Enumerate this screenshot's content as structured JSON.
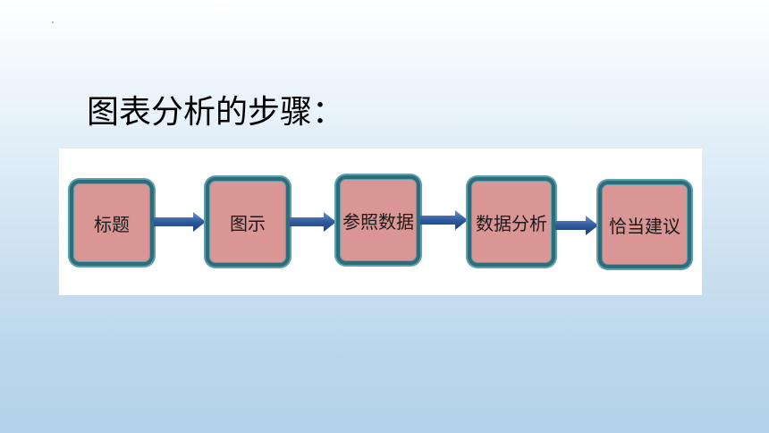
{
  "slide": {
    "title": "图表分析的步骤："
  },
  "flow": {
    "steps": [
      {
        "label": "标题"
      },
      {
        "label": "图示"
      },
      {
        "label": "参照数据"
      },
      {
        "label": "数据分析"
      },
      {
        "label": "恰当建议"
      }
    ]
  },
  "colors": {
    "box_fill": "#d99694",
    "box_border": "#2f6b78",
    "arrow_fill": "#2e5a9e",
    "panel": "#ffffff"
  }
}
